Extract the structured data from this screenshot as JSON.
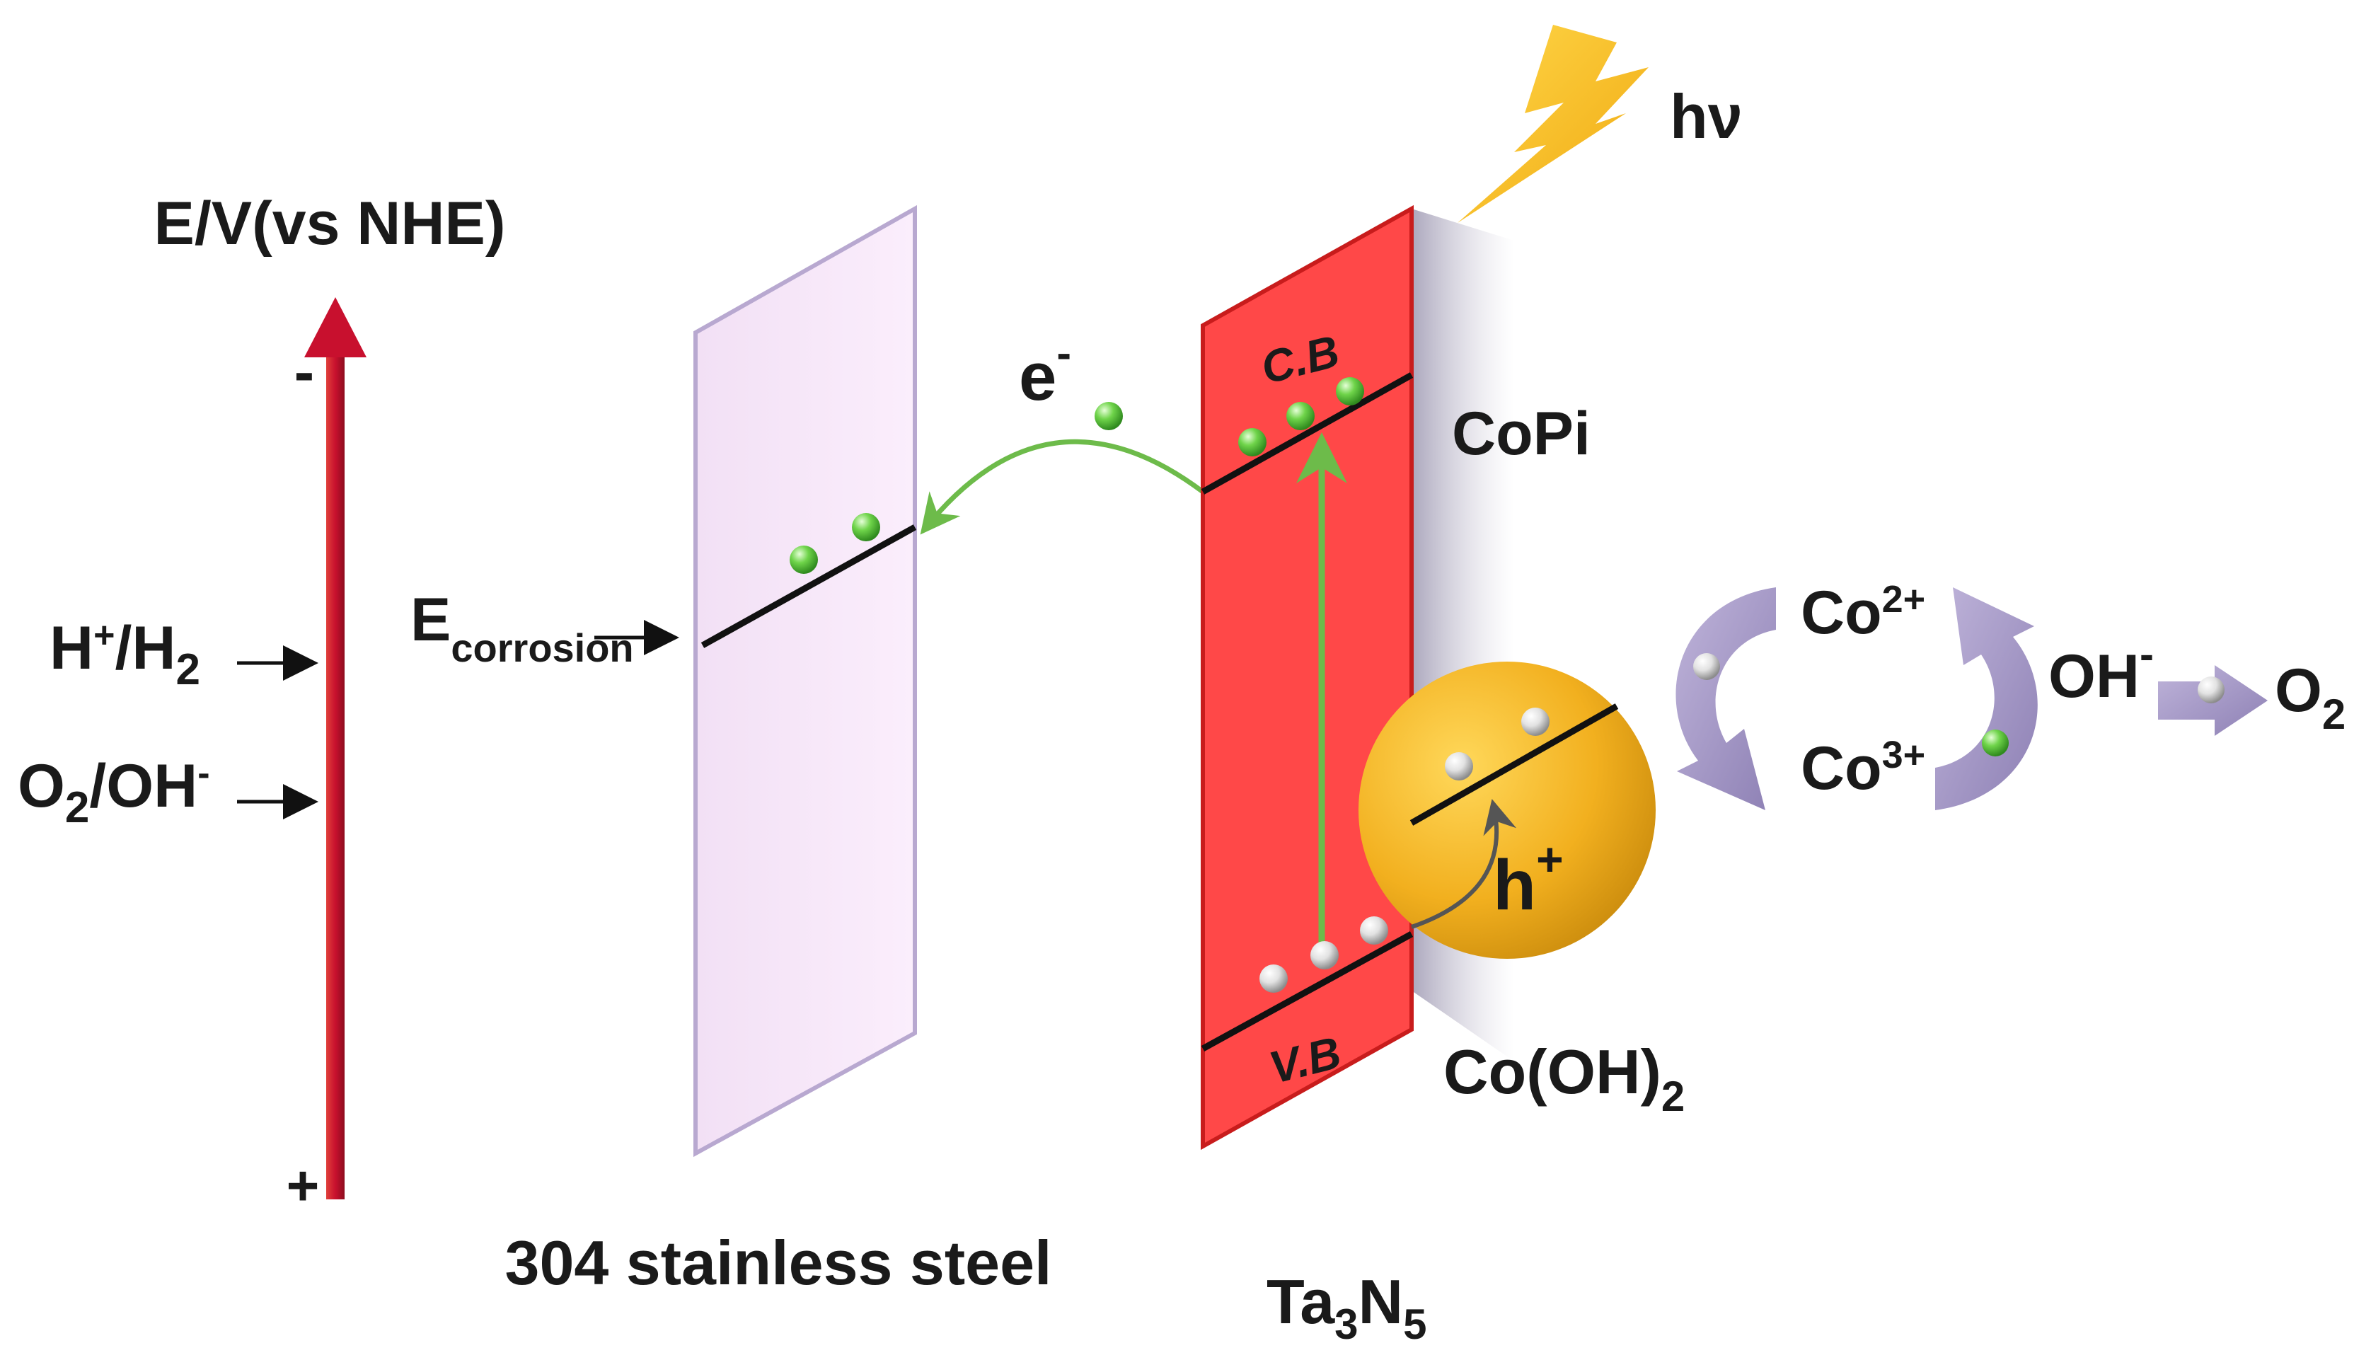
{
  "axis": {
    "title": "E/V(vs NHE)",
    "minus_sign": "-",
    "plus_sign": "+",
    "h_couple": {
      "main": "H",
      "sup": "+",
      "mid": "/H",
      "sub": "2"
    },
    "o_couple": {
      "main": "O",
      "sub": "2",
      "mid": "/OH",
      "sup": "-"
    }
  },
  "steel": {
    "label": "304 stainless steel",
    "corrosion": {
      "main": "E",
      "sub": "corrosion"
    }
  },
  "ta3n5": {
    "label": {
      "a": "Ta",
      "s1": "3",
      "b": "N",
      "s2": "5"
    },
    "cb_label": "C.B",
    "vb_label": "V.B"
  },
  "electron_label": {
    "main": "e",
    "sup": "-"
  },
  "hole_label": {
    "main": "h",
    "sup": "+"
  },
  "light_label": "hν",
  "copi_label": "CoPi",
  "co_oh_label": {
    "a": "Co(OH)",
    "sub": "2"
  },
  "cycle": {
    "co2": {
      "main": "Co",
      "sup": "2+"
    },
    "co3": {
      "main": "Co",
      "sup": "3+"
    },
    "oh": {
      "main": "OH",
      "sup": "-"
    },
    "o2": {
      "main": "O",
      "sub": "2"
    }
  },
  "colors": {
    "axis_arrow": "#c8102e",
    "steel_plate": "#f8e6fa",
    "steel_edge": "#b8a8d0",
    "ta3n5_plate": "#ff4848",
    "ta3n5_edge": "#c81c1c",
    "sphere": "#f2b01f",
    "electron": "#5cc83a",
    "hole": "#d8d8d8",
    "excitation_arrow": "#6dbb4a",
    "cycle_arrow": "#a99ac8",
    "bolt": "#f7c01c"
  }
}
